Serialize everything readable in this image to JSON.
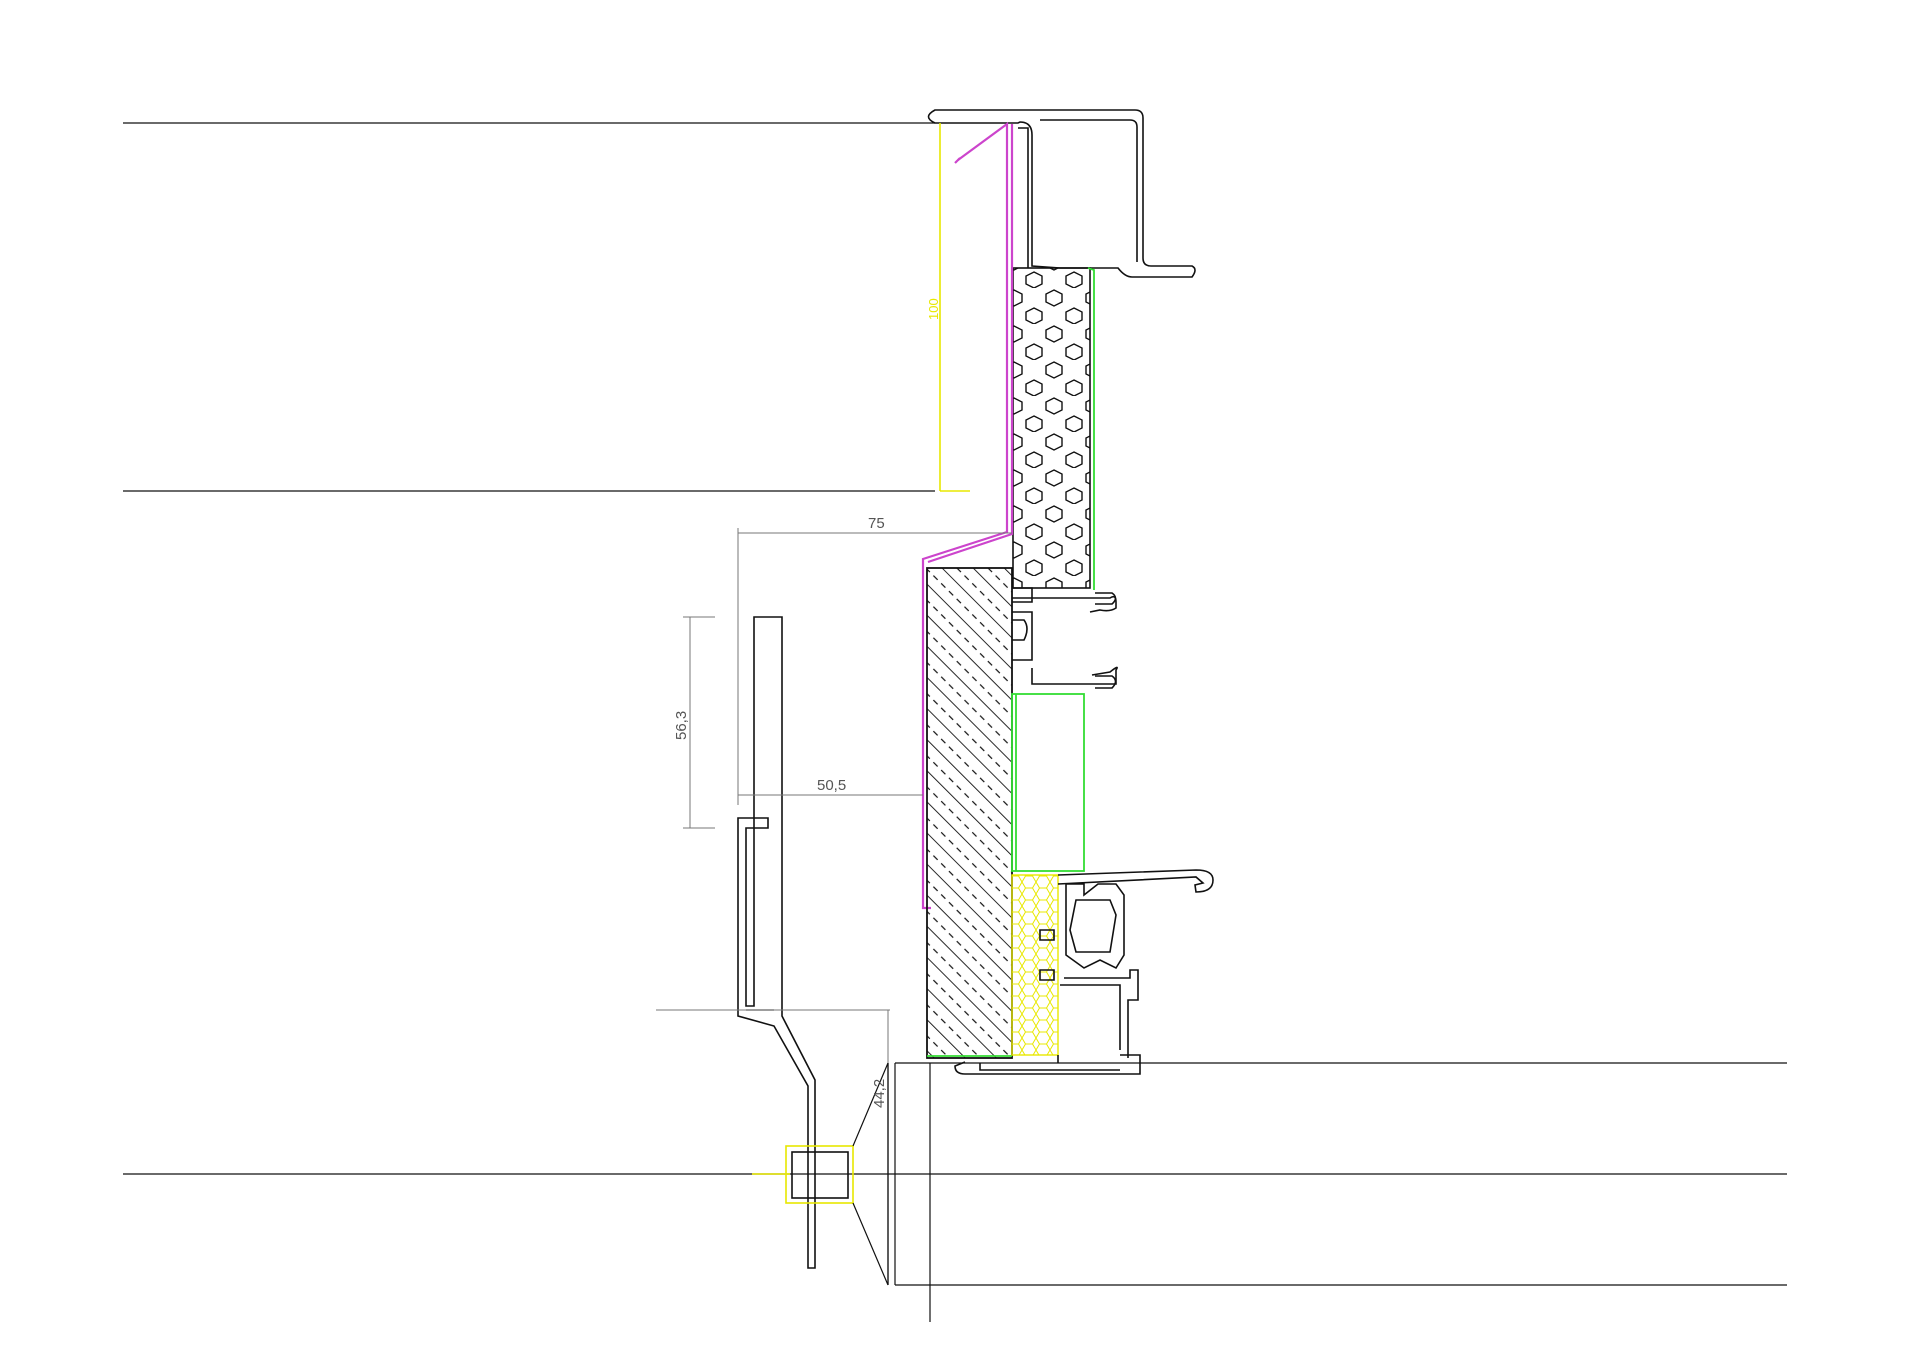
{
  "dimensions": {
    "d75": "75",
    "d505": "50,5",
    "d563": "56,3",
    "d442": "44,2",
    "d100": "100"
  },
  "colors": {
    "outline": "#111111",
    "gasket": "#33dd33",
    "flashing": "#cc44cc",
    "insulation": "#e8e800",
    "dimension": "#777777"
  },
  "icons": [
    "hex-fill-pattern",
    "hatch-pattern",
    "honeycomb-pattern"
  ]
}
